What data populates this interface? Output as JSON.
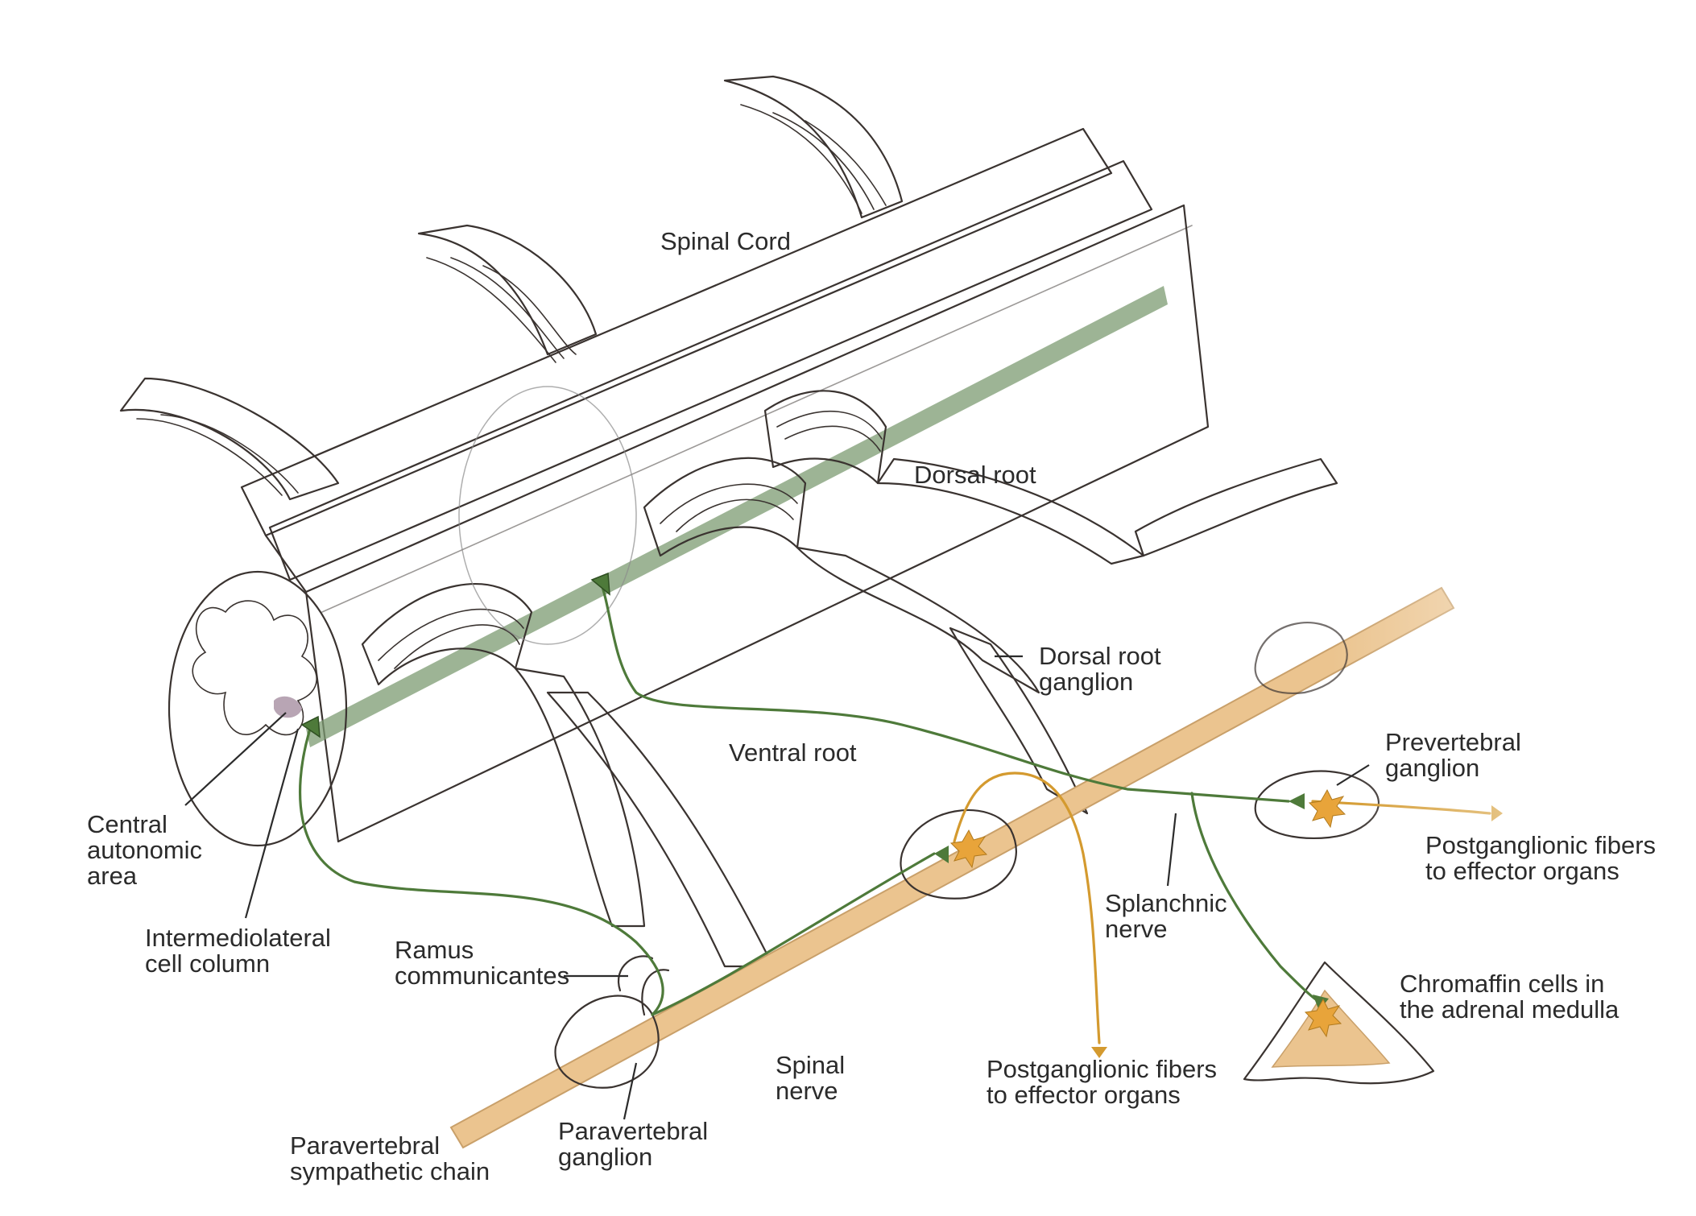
{
  "colors": {
    "cord_fill": "#f6e1cf",
    "cord_shade": "#eccbb2",
    "root_fill": "#f9e9db",
    "outline": "#3a3330",
    "gray_matter": "#ffffff",
    "autonomic_area": "#b8a5b4",
    "preganglionic": "#4e7a3a",
    "preganglionic_band": "#7c9b72",
    "postganglionic": "#d49a2f",
    "ganglion_fill": "#ebc48f",
    "neuron_body": "#e8a43a"
  },
  "icons": [
    "preganglionic-neuron-icon",
    "postganglionic-neuron-icon",
    "fiber-terminal-icon"
  ],
  "labels": {
    "spinal_cord": "Spinal Cord",
    "dorsal_root": "Dorsal root",
    "dorsal_root_ganglion_1": "Dorsal root",
    "dorsal_root_ganglion_2": "ganglion",
    "ventral_root": "Ventral root",
    "prevertebral_ganglion_1": "Prevertebral",
    "prevertebral_ganglion_2": "ganglion",
    "postganglionic_right_1": "Postganglionic fibers",
    "postganglionic_right_2": "to effector organs",
    "central_autonomic_1": "Central",
    "central_autonomic_2": "autonomic",
    "central_autonomic_3": "area",
    "intermediolateral_1": "Intermediolateral",
    "intermediolateral_2": "cell column",
    "ramus_1": "Ramus",
    "ramus_2": "communicantes",
    "splanchnic_1": "Splanchnic",
    "splanchnic_2": "nerve",
    "chromaffin_1": "Chromaffin cells in",
    "chromaffin_2": "the adrenal medulla",
    "spinal_nerve_1": "Spinal",
    "spinal_nerve_2": "nerve",
    "postganglionic_center_1": "Postganglionic fibers",
    "postganglionic_center_2": "to effector organs",
    "paravertebral_ganglion_1": "Paravertebral",
    "paravertebral_ganglion_2": "ganglion",
    "paravertebral_chain_1": "Paravertebral",
    "paravertebral_chain_2": "sympathetic chain"
  }
}
